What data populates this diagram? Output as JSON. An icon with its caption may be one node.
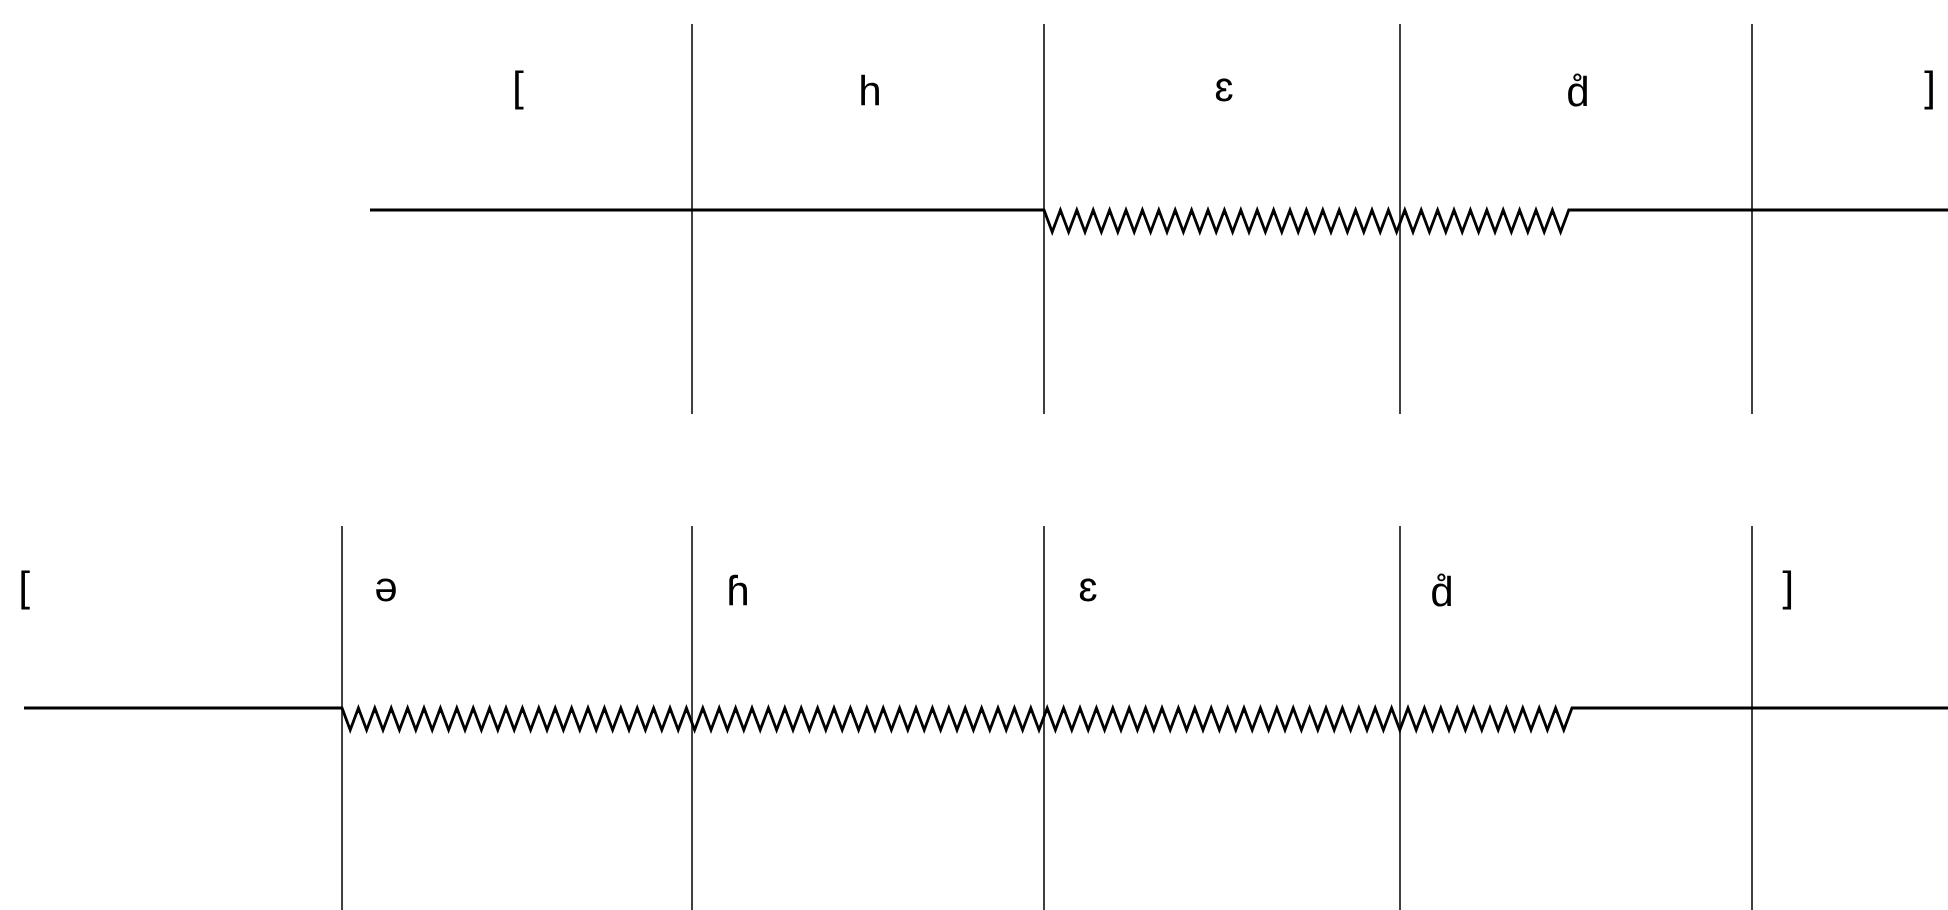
{
  "diagram": {
    "labels": [
      "[",
      "h",
      "ɛ",
      "d̊",
      "]",
      "[",
      "ə",
      "ɦ",
      "ɛ",
      "d̊",
      "]"
    ]
  }
}
